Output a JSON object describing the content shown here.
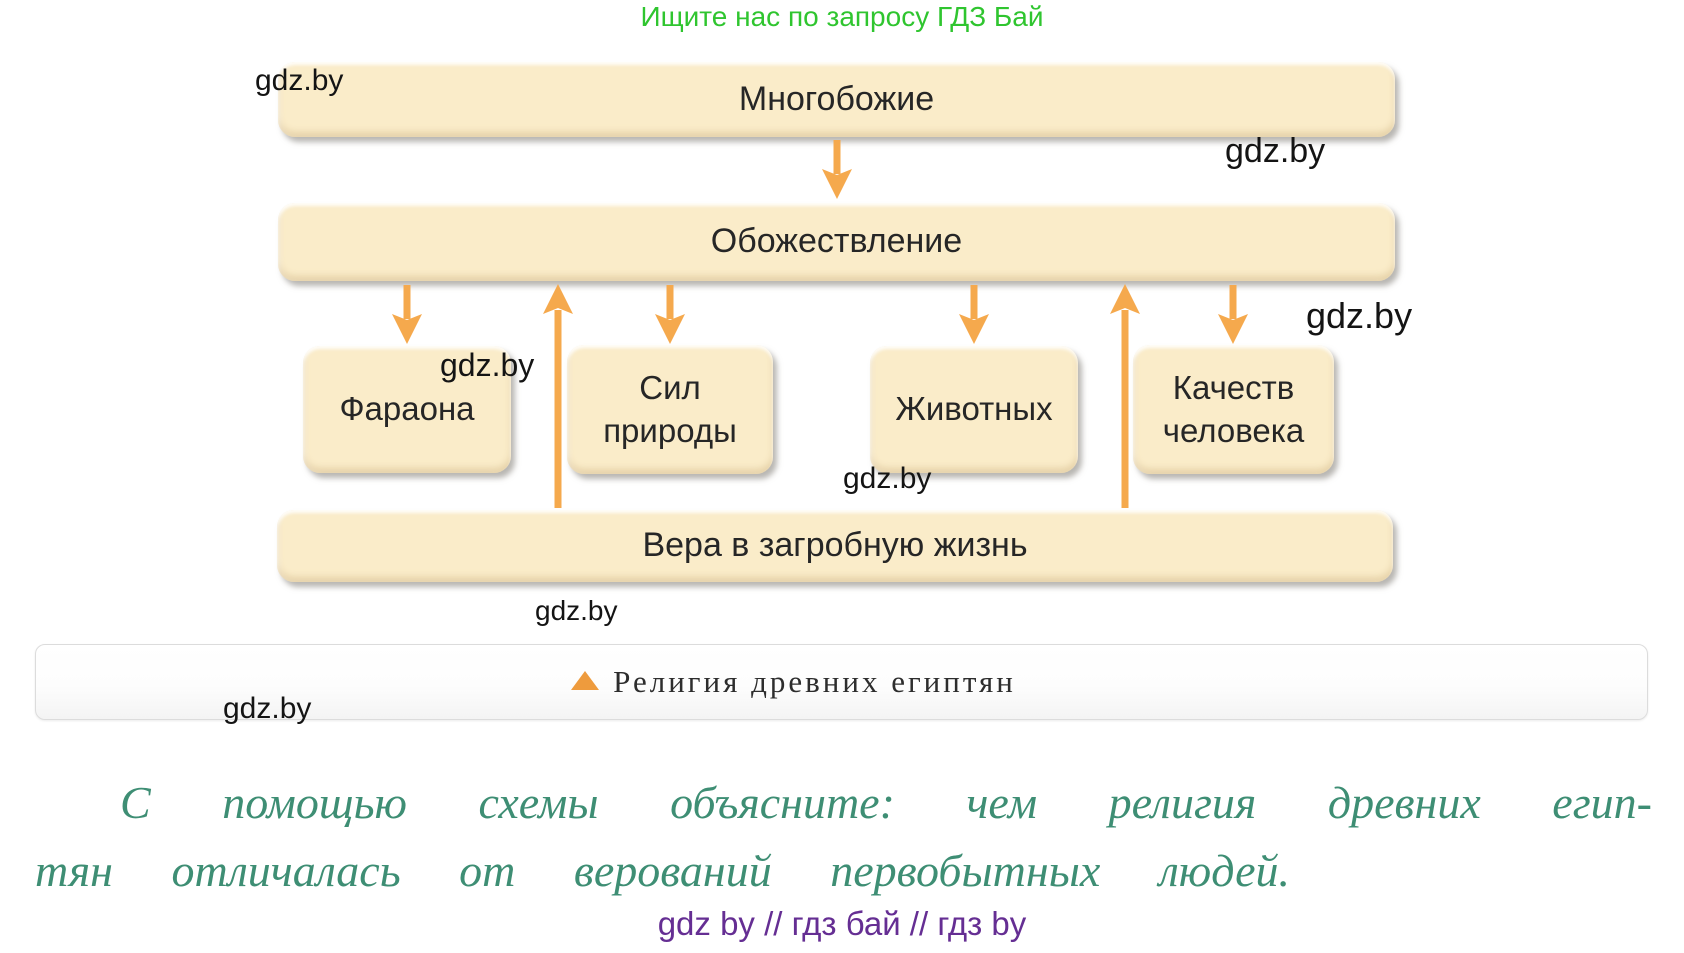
{
  "page": {
    "promo": "Ищите нас по запросу ГДЗ Бай",
    "watermark": "gdz.by",
    "footer_tags": "gdz by  //  гдз бай  //  гдз by"
  },
  "diagram": {
    "top_box": "Многобожие",
    "middle_box": "Обожествление",
    "children": [
      "Фараона",
      "Сил природы",
      "Животных",
      "Качеств человека"
    ],
    "bottom_box": "Вера в загробную жизнь",
    "caption": "Религия древних египтян"
  },
  "task": {
    "line1": "С помощью схемы объясните: чем религия древних егип-",
    "line2": "тян отличалась от верований первобытных людей."
  },
  "colors": {
    "box_fill": "#FAECC9",
    "arrow_orange": "#F5A94D",
    "bullet_triangle_orange": "#EE9B3D",
    "promo_green": "#2FC52F",
    "task_green": "#3E8E74",
    "footer_purple": "#652E93",
    "watermark_black": "#141414"
  }
}
